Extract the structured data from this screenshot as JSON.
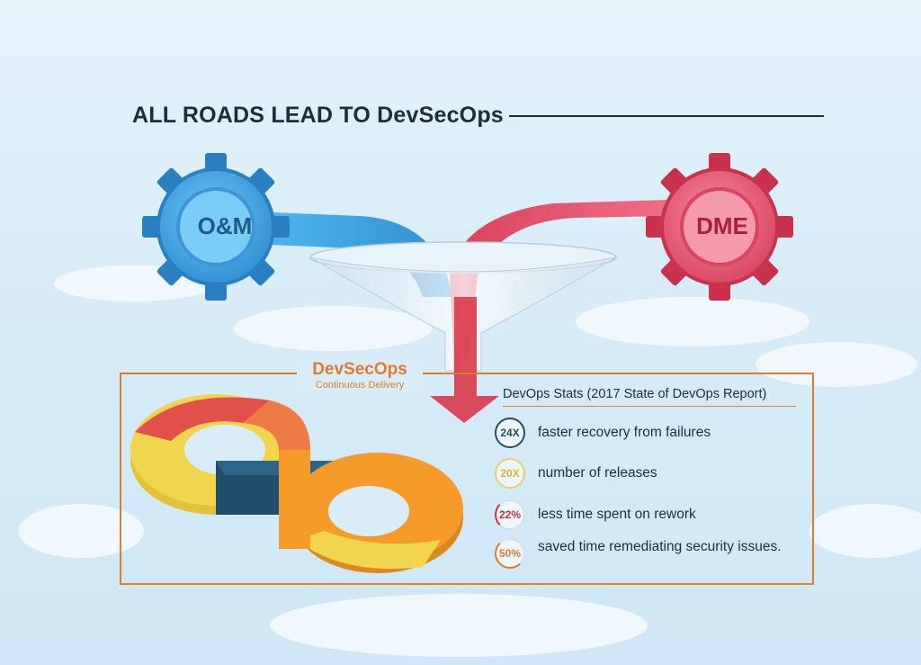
{
  "title": "ALL ROADS LEAD TO DevSecOps",
  "gears": {
    "left": {
      "label": "O&M",
      "color": "#3aa0e0"
    },
    "right": {
      "label": "DME",
      "color": "#e85570"
    }
  },
  "devsecops": {
    "title": "DevSecOps",
    "subtitle": "Continuous Delivery"
  },
  "stats": {
    "heading": "DevOps Stats (2017 State of DevOps Report)",
    "items": [
      {
        "value": "24X",
        "text": "faster recovery from failures",
        "color": "#1f4e6b"
      },
      {
        "value": "20X",
        "text": "number of releases",
        "color": "#d9b531"
      },
      {
        "value": "22%",
        "text": "less time spent on rework",
        "color": "#c8333b"
      },
      {
        "value": "50%",
        "text": "saved time remediating security issues.",
        "color": "#e07b2c"
      }
    ]
  },
  "colors": {
    "accent": "#e07b2c",
    "navy": "#1d2d3f",
    "blue": "#3aa0e0",
    "pink": "#e85570"
  }
}
